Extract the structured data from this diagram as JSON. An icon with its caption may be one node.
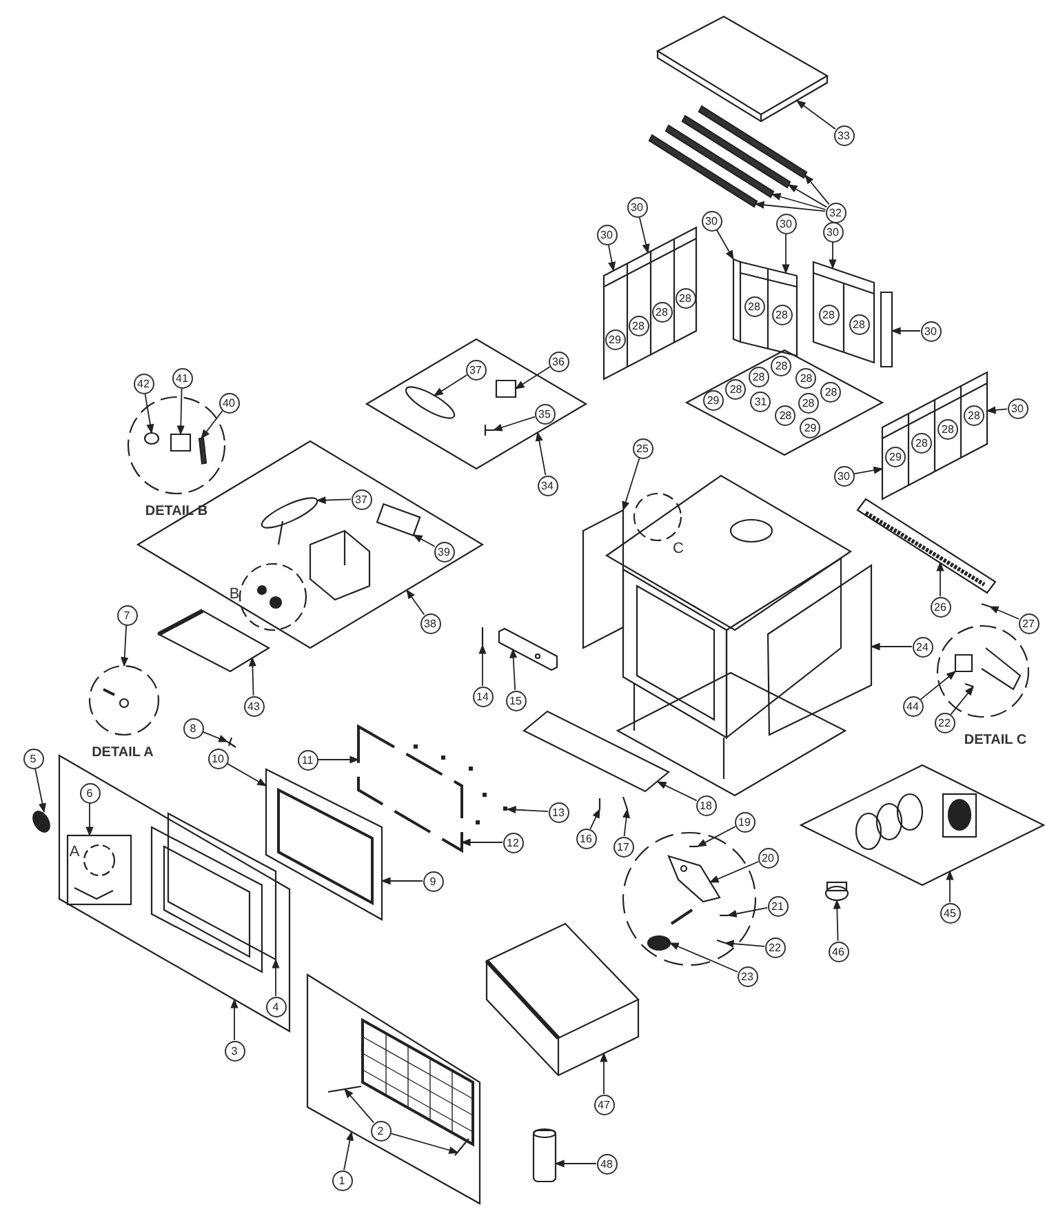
{
  "diagram": {
    "nodes": [
      {
        "text": [],
        "shape": "picture"
      },
      {
        "text": [],
        "shape": "bar"
      },
      {
        "text": [],
        "shape": "bar"
      },
      {
        "text": [],
        "shape": "bar"
      },
      {
        "text": [],
        "shape": "bar"
      },
      {
        "text": [],
        "shape": "picture"
      },
      {
        "text": [],
        "shape": "picture"
      },
      {
        "text": [],
        "shape": "picture"
      },
      {
        "text": [],
        "shape": "box"
      },
      {
        "text": [],
        "shape": "diamond"
      },
      {
        "text": [],
        "shape": "ellipse",
        "in": 9
      },
      {
        "text": [],
        "shape": "box",
        "in": 9
      },
      {
        "text": [],
        "shape": "diamond"
      },
      {
        "text": [],
        "shape": "picture"
      },
      {
        "text": [],
        "shape": "picture",
        "in": 9
      },
      {
        "text": [],
        "shape": "box"
      },
      {
        "text": [],
        "shape": "ellipse"
      },
      {
        "text": [],
        "shape": "bar"
      },
      {
        "text": [],
        "shape": "diamond"
      },
      {
        "text": [],
        "shape": "ellipse",
        "in": 18
      },
      {
        "text": [],
        "shape": "box",
        "in": 18
      },
      {
        "text": [],
        "shape": "picture"
      },
      {
        "text": [],
        "shape": "box"
      },
      {
        "text": [],
        "shape": "box"
      },
      {
        "text": [],
        "shape": "line"
      },
      {
        "text": [],
        "shape": "picture"
      },
      {
        "text": [],
        "shape": "line"
      },
      {
        "text": [],
        "shape": "picture"
      },
      {
        "text": [],
        "shape": "box"
      },
      {
        "text": [],
        "shape": "picture"
      },
      {
        "text": [],
        "shape": "line"
      },
      {
        "text": [],
        "shape": "box"
      },
      {
        "text": [],
        "shape": "picture"
      },
      {
        "text": [],
        "shape": "box"
      },
      {
        "text": [],
        "shape": "picture"
      },
      {
        "text": [],
        "shape": "box"
      },
      {
        "text": [],
        "shape": "picture"
      },
      {
        "text": [],
        "shape": "picture",
        "in": 35
      },
      {
        "text": [],
        "shape": "line"
      },
      {
        "text": [],
        "shape": "line"
      },
      {
        "text": [],
        "shape": "ellipse"
      },
      {
        "text": [],
        "shape": "picture",
        "in": 35
      },
      {
        "text": [],
        "shape": "line"
      },
      {
        "text": [],
        "shape": "diamond"
      },
      {
        "text": [],
        "shape": "picture"
      },
      {
        "text": [],
        "shape": "ellipse"
      },
      {
        "text": [],
        "shape": "line"
      },
      {
        "text": [],
        "shape": "line"
      },
      {
        "text": [],
        "shape": "ellipse"
      },
      {
        "text": [],
        "shape": "picture"
      },
      {
        "text": [],
        "shape": "picture"
      },
      {
        "text": [],
        "shape": "line",
        "in": 50
      },
      {
        "text": [],
        "shape": "cylinder"
      },
      {
        "text": [],
        "shape": "line",
        "in": 50
      },
      {
        "text": [
          "33"
        ]
      },
      {
        "text": [
          "30"
        ]
      },
      {
        "text": [
          "32"
        ]
      },
      {
        "text": [
          "30"
        ]
      },
      {
        "text": [
          "30"
        ]
      },
      {
        "text": [
          "30"
        ]
      },
      {
        "text": [
          "30"
        ]
      },
      {
        "text": [
          "28"
        ],
        "in": 5
      },
      {
        "text": [
          "28"
        ],
        "in": 6
      },
      {
        "text": [
          "28"
        ],
        "in": 5
      },
      {
        "text": [
          "28"
        ],
        "in": 7
      },
      {
        "text": [
          "28"
        ],
        "in": 6
      },
      {
        "text": [
          "28"
        ],
        "in": 7
      },
      {
        "text": [
          "28"
        ],
        "in": 5
      },
      {
        "text": [
          "30"
        ]
      },
      {
        "text": [
          "29"
        ],
        "in": 5
      },
      {
        "text": [
          "28"
        ],
        "in": 12
      },
      {
        "text": [
          "36"
        ],
        "in": 9
      },
      {
        "text": [
          "37"
        ],
        "in": 9
      },
      {
        "text": [
          "41"
        ]
      },
      {
        "text": [
          "28"
        ],
        "in": 12
      },
      {
        "text": [
          "28"
        ],
        "in": 12
      },
      {
        "text": [
          "42"
        ]
      },
      {
        "text": [
          "28"
        ],
        "in": 12
      },
      {
        "text": [
          "28"
        ],
        "in": 12
      },
      {
        "text": [
          "29"
        ],
        "in": 12
      },
      {
        "text": [
          "31"
        ],
        "in": 12
      },
      {
        "text": [
          "40"
        ]
      },
      {
        "text": [
          "28"
        ],
        "in": 12
      },
      {
        "text": [
          "30"
        ]
      },
      {
        "text": [
          "35"
        ],
        "in": 9
      },
      {
        "text": [
          "28"
        ],
        "in": 13
      },
      {
        "text": [
          "28"
        ],
        "in": 12
      },
      {
        "text": [
          "29"
        ],
        "in": 12
      },
      {
        "text": [
          "28"
        ],
        "in": 13
      },
      {
        "text": [
          "28"
        ],
        "in": 13
      },
      {
        "text": [
          "25"
        ]
      },
      {
        "text": [
          "29"
        ],
        "in": 13
      },
      {
        "text": [
          "30"
        ]
      },
      {
        "text": [
          "34"
        ]
      },
      {
        "text": [
          "37"
        ],
        "in": 18
      },
      {
        "text": [
          "39"
        ],
        "in": 18
      },
      {
        "text": [
          "26"
        ]
      },
      {
        "text": [
          "7"
        ]
      },
      {
        "text": [
          "38"
        ],
        "in": 18
      },
      {
        "text": [
          "27"
        ]
      },
      {
        "text": [
          "24"
        ]
      },
      {
        "text": [
          "14"
        ]
      },
      {
        "text": [
          "15"
        ]
      },
      {
        "text": [
          "43"
        ]
      },
      {
        "text": [
          "44"
        ]
      },
      {
        "text": [
          "22"
        ]
      },
      {
        "text": [
          "8"
        ]
      },
      {
        "text": [
          "10"
        ]
      },
      {
        "text": [
          "5"
        ]
      },
      {
        "text": [
          "11"
        ]
      },
      {
        "text": [
          "6"
        ],
        "in": 35
      },
      {
        "text": [
          "18"
        ]
      },
      {
        "text": [
          "13"
        ]
      },
      {
        "text": [
          "19"
        ]
      },
      {
        "text": [
          "17"
        ]
      },
      {
        "text": [
          "12"
        ]
      },
      {
        "text": [
          "16"
        ]
      },
      {
        "text": [
          "20"
        ]
      },
      {
        "text": [
          "9"
        ]
      },
      {
        "text": [
          "21"
        ]
      },
      {
        "text": [
          "45"
        ]
      },
      {
        "text": [
          "22"
        ]
      },
      {
        "text": [
          "46"
        ]
      },
      {
        "text": [
          "23"
        ]
      },
      {
        "text": [
          "4"
        ],
        "in": 35
      },
      {
        "text": [
          "3"
        ]
      },
      {
        "text": [
          "47"
        ]
      },
      {
        "text": [
          "2"
        ],
        "in": 50
      },
      {
        "text": [
          "48"
        ]
      },
      {
        "text": [
          "1"
        ],
        "in": 50
      },
      {
        "text": [],
        "shape": "circle",
        "in": 18,
        "beside": [
          "B"
        ]
      }
    ],
    "edges": [
      {
        "from": 54,
        "to": 0,
        "arrow": "to"
      },
      {
        "from": 55,
        "to": 5,
        "arrow": "to"
      },
      {
        "from": 56,
        "to": 1,
        "arrow": "to"
      },
      {
        "from": 56,
        "to": 2,
        "arrow": "to"
      },
      {
        "from": 56,
        "to": 3,
        "arrow": "to"
      },
      {
        "from": 56,
        "to": 4,
        "arrow": "to"
      },
      {
        "from": 57,
        "to": 5,
        "arrow": "to"
      },
      {
        "from": 58,
        "to": 6,
        "arrow": "to"
      },
      {
        "from": 59,
        "to": 6,
        "arrow": "to"
      },
      {
        "from": 60,
        "to": 7,
        "arrow": "to"
      },
      {
        "from": 68,
        "to": 8,
        "arrow": "to"
      },
      {
        "from": 71,
        "to": 11,
        "arrow": "to"
      },
      {
        "from": 72,
        "to": 10,
        "arrow": "to"
      },
      {
        "from": 73,
        "to": 15,
        "arrow": "to"
      },
      {
        "from": 76,
        "to": 16,
        "arrow": "to"
      },
      {
        "from": 81,
        "to": 17,
        "arrow": "to"
      },
      {
        "from": 83,
        "to": 13,
        "arrow": "to"
      },
      {
        "from": 84,
        "to": 14,
        "arrow": "to"
      },
      {
        "from": 90,
        "to": 22,
        "arrow": "to"
      },
      {
        "from": 92,
        "to": 13,
        "arrow": "to"
      },
      {
        "from": 93,
        "to": 9,
        "arrow": "to"
      },
      {
        "from": 94,
        "to": 19,
        "arrow": "to"
      },
      {
        "from": 95,
        "to": 20,
        "arrow": "to"
      },
      {
        "from": 96,
        "to": 21,
        "arrow": "to"
      },
      {
        "from": 97,
        "to": 29,
        "arrow": "to"
      },
      {
        "from": 98,
        "to": 18,
        "arrow": "to"
      },
      {
        "from": 99,
        "to": 24,
        "arrow": "to"
      },
      {
        "from": 100,
        "to": 23,
        "arrow": "to"
      },
      {
        "from": 101,
        "to": 26,
        "arrow": "to"
      },
      {
        "from": 102,
        "to": 27,
        "arrow": "to"
      },
      {
        "from": 103,
        "to": 25,
        "arrow": "to"
      },
      {
        "from": 104,
        "to": 28,
        "arrow": "to"
      },
      {
        "from": 105,
        "to": 30,
        "arrow": "to"
      },
      {
        "from": 106,
        "to": 32,
        "arrow": "to"
      },
      {
        "from": 107,
        "to": 34,
        "arrow": "to"
      },
      {
        "from": 108,
        "to": 40,
        "arrow": "to"
      },
      {
        "from": 109,
        "to": 31,
        "arrow": "to"
      },
      {
        "from": 110,
        "to": 41,
        "arrow": "to"
      },
      {
        "from": 111,
        "to": 33,
        "arrow": "to"
      },
      {
        "from": 112,
        "to": 36,
        "arrow": "to"
      },
      {
        "from": 113,
        "to": 42,
        "arrow": "to"
      },
      {
        "from": 114,
        "to": 39,
        "arrow": "to"
      },
      {
        "from": 115,
        "to": 31,
        "arrow": "to"
      },
      {
        "from": 116,
        "to": 38,
        "arrow": "to"
      },
      {
        "from": 117,
        "to": 44,
        "arrow": "to"
      },
      {
        "from": 118,
        "to": 34,
        "arrow": "to"
      },
      {
        "from": 119,
        "to": 46,
        "arrow": "to"
      },
      {
        "from": 120,
        "to": 43,
        "arrow": "to"
      },
      {
        "from": 121,
        "to": 47,
        "arrow": "to"
      },
      {
        "from": 122,
        "to": 45,
        "arrow": "to"
      },
      {
        "from": 123,
        "to": 48,
        "arrow": "to"
      },
      {
        "from": 124,
        "to": 37,
        "arrow": "to"
      },
      {
        "from": 125,
        "to": 35,
        "arrow": "to"
      },
      {
        "from": 126,
        "to": 49,
        "arrow": "to"
      },
      {
        "from": 127,
        "to": 51,
        "arrow": "to"
      },
      {
        "from": 127,
        "to": 53,
        "arrow": "to"
      },
      {
        "from": 128,
        "to": 52,
        "arrow": "to"
      },
      {
        "from": 129,
        "to": 50,
        "arrow": "to"
      }
    ],
    "labels": [
      "DETAIL B",
      "C",
      "DETAIL C",
      "DETAIL A",
      "A"
    ]
  }
}
